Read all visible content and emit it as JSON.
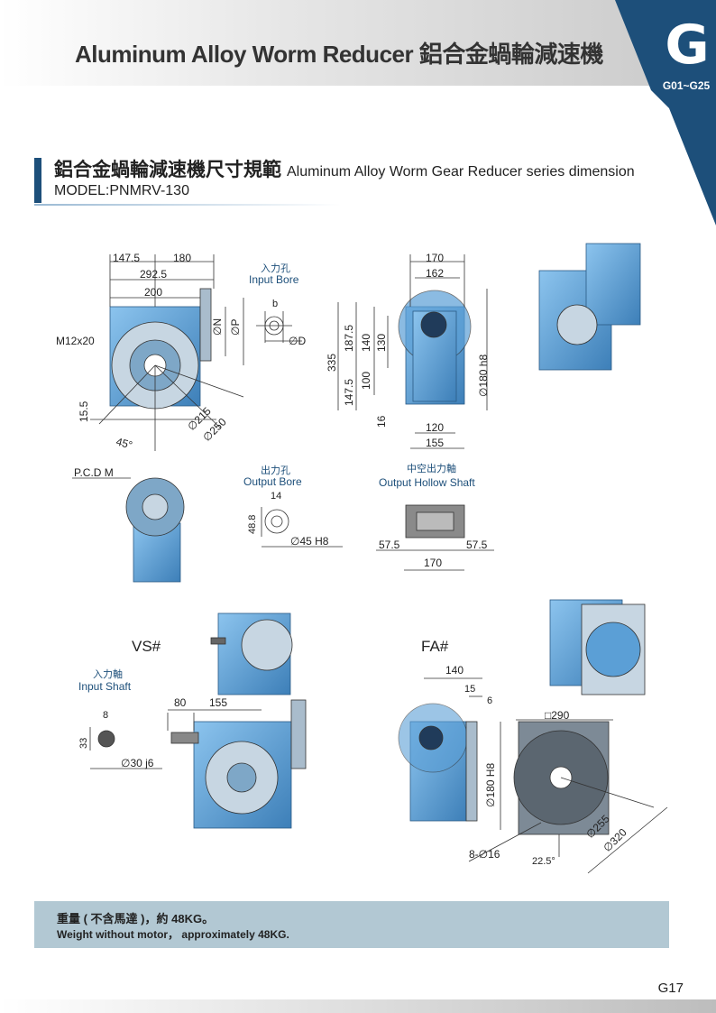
{
  "header": {
    "title": "Aluminum Alloy Worm Reducer 鋁合金蝸輪減速機",
    "tab_letter": "G",
    "tab_range": "G01~G25"
  },
  "section": {
    "title_zh": "鋁合金蝸輪減速機尺寸規範",
    "title_en": "Aluminum Alloy Worm Gear Reducer series dimension",
    "model": "MODEL:PNMRV-130"
  },
  "labels": {
    "input_bore_zh": "入力孔",
    "input_bore_en": "Input Bore",
    "output_bore_zh": "出力孔",
    "output_bore_en": "Output Bore",
    "hollow_zh": "中空出力軸",
    "hollow_en": "Output Hollow Shaft",
    "input_shaft_zh": "入力軸",
    "input_shaft_en": "Input Shaft",
    "vs": "VS#",
    "fa": "FA#",
    "pcd": "P.C.D M",
    "m12": "M12x20"
  },
  "dims": {
    "d147_5": "147.5",
    "d180": "180",
    "d292_5": "292.5",
    "d200": "200",
    "phiN": "∅N",
    "phiP": "∅P",
    "b": "b",
    "phiD": "∅D",
    "d15_5": "15.5",
    "d45deg": "45°",
    "phi215": "∅215",
    "phi250": "∅250",
    "d170": "170",
    "d162": "162",
    "d335": "335",
    "d187_5": "187.5",
    "d140": "140",
    "d130": "130",
    "d147_5b": "147.5",
    "d100": "100",
    "d16": "16",
    "phi180h8": "∅180 h8",
    "d120": "120",
    "d155": "155",
    "d14": "14",
    "d48_8": "48.8",
    "phi45h8": "∅45 H8",
    "d57_5a": "57.5",
    "d57_5b": "57.5",
    "d170b": "170",
    "d80": "80",
    "d155b": "155",
    "d8": "8",
    "d33": "33",
    "phi30j6": "∅30 j6",
    "d140b": "140",
    "d15": "15",
    "d6": "6",
    "phi180H8": "∅180 H8",
    "sq290": "□290",
    "phi255": "∅255",
    "phi320": "∅320",
    "holes": "8-∅16",
    "d22_5": "22.5°"
  },
  "weight": {
    "zh": "重量 ( 不含馬達 )，約 48KG。",
    "en": "Weight without motor， approximately 48KG."
  },
  "page_number": "G17",
  "colors": {
    "brand": "#1d4f7a",
    "body_blue": "#5b9fd6",
    "weight_bg": "#b2c8d3"
  }
}
